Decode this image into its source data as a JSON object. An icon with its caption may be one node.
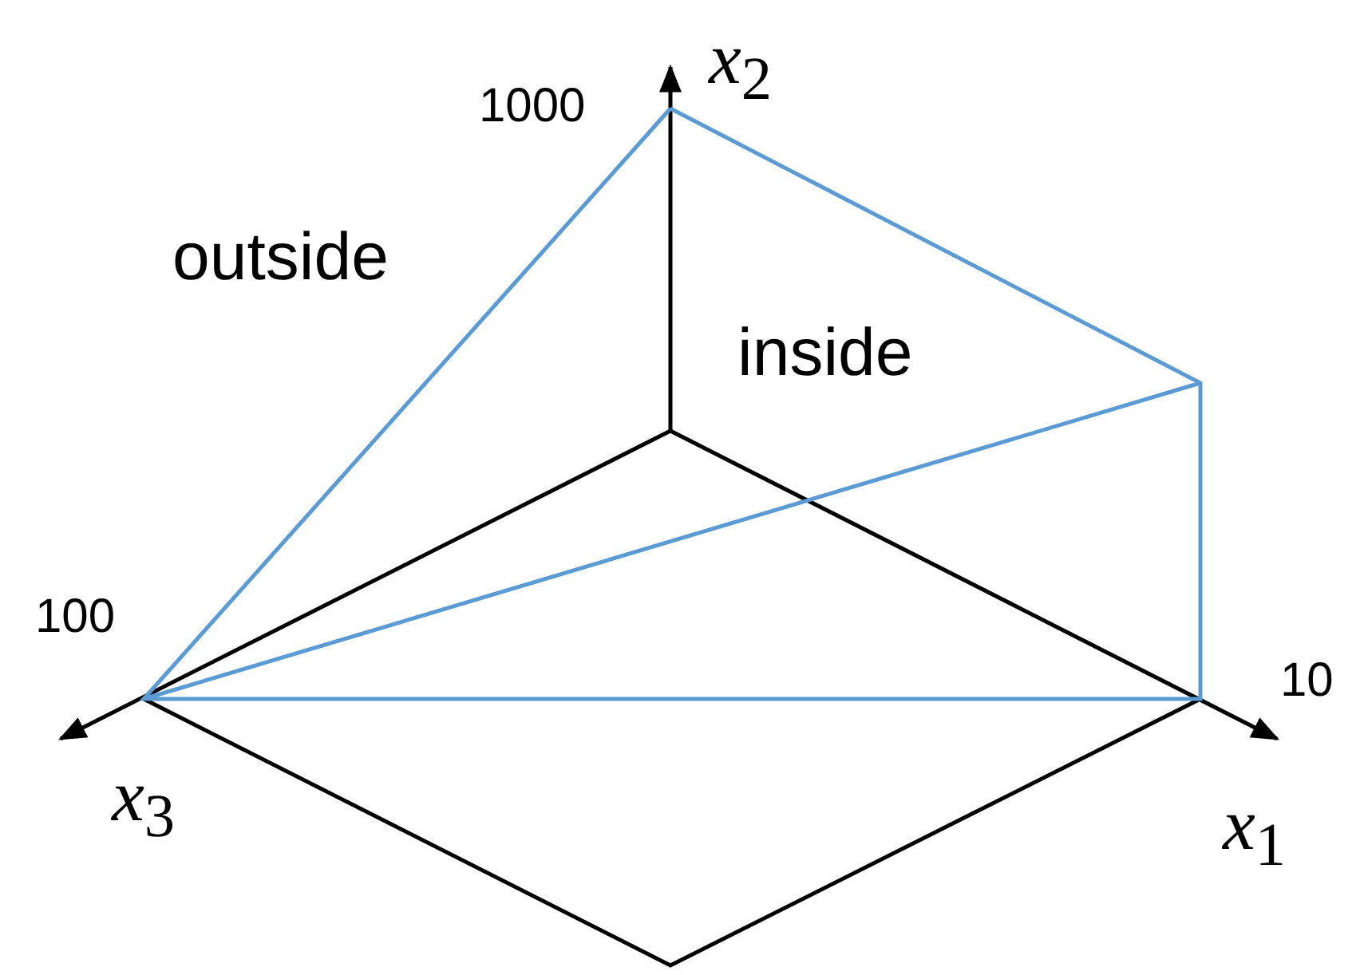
{
  "diagram": {
    "labels": [
      "*x*$_{2}$",
      "1000",
      "outside",
      "inside",
      "100",
      "10",
      "*x*$_{3}$",
      "*x*$_{1}$"
    ]
  }
}
